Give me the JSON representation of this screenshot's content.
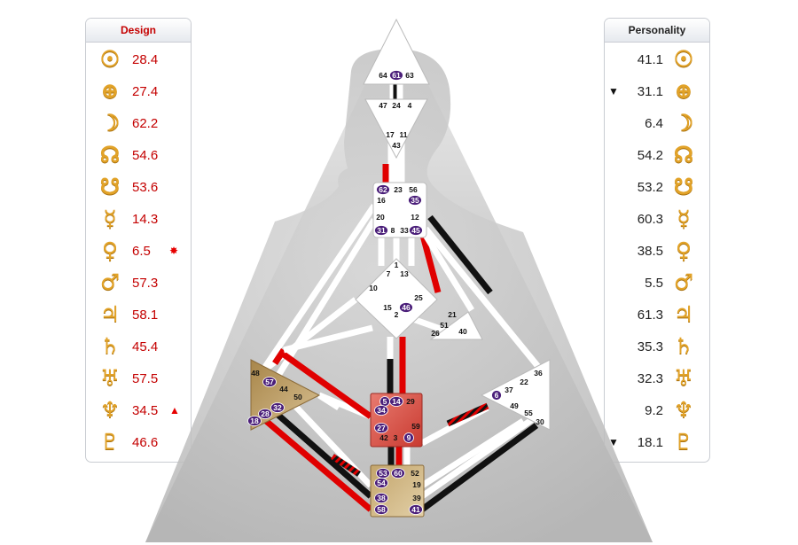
{
  "design": {
    "title": "Design",
    "rows": [
      {
        "glyph": "☉",
        "value": "28.4",
        "mark": ""
      },
      {
        "glyph": "⊕",
        "value": "27.4",
        "mark": ""
      },
      {
        "glyph": "☽",
        "value": "62.2",
        "mark": ""
      },
      {
        "glyph": "☊",
        "value": "54.6",
        "mark": ""
      },
      {
        "glyph": "☋",
        "value": "53.6",
        "mark": ""
      },
      {
        "glyph": "☿",
        "value": "14.3",
        "mark": ""
      },
      {
        "glyph": "♀",
        "value": "6.5",
        "mark": "✸"
      },
      {
        "glyph": "♂",
        "value": "57.3",
        "mark": ""
      },
      {
        "glyph": "♃",
        "value": "58.1",
        "mark": ""
      },
      {
        "glyph": "♄",
        "value": "45.4",
        "mark": ""
      },
      {
        "glyph": "♅",
        "value": "57.5",
        "mark": ""
      },
      {
        "glyph": "♆",
        "value": "34.5",
        "mark": "▲"
      },
      {
        "glyph": "♇",
        "value": "46.6",
        "mark": ""
      }
    ]
  },
  "personality": {
    "title": "Personality",
    "rows": [
      {
        "glyph": "☉",
        "value": "41.1",
        "mark": ""
      },
      {
        "glyph": "⊕",
        "value": "31.1",
        "mark": "▼"
      },
      {
        "glyph": "☽",
        "value": "6.4",
        "mark": ""
      },
      {
        "glyph": "☊",
        "value": "54.2",
        "mark": ""
      },
      {
        "glyph": "☋",
        "value": "53.2",
        "mark": ""
      },
      {
        "glyph": "☿",
        "value": "60.3",
        "mark": ""
      },
      {
        "glyph": "♀",
        "value": "38.5",
        "mark": ""
      },
      {
        "glyph": "♂",
        "value": "5.5",
        "mark": ""
      },
      {
        "glyph": "♃",
        "value": "61.3",
        "mark": ""
      },
      {
        "glyph": "♄",
        "value": "35.3",
        "mark": ""
      },
      {
        "glyph": "♅",
        "value": "32.3",
        "mark": ""
      },
      {
        "glyph": "♆",
        "value": "9.2",
        "mark": ""
      },
      {
        "glyph": "♇",
        "value": "18.1",
        "mark": "▼"
      }
    ]
  },
  "colors": {
    "design": "#e00000",
    "personality": "#111111",
    "glyph": "#e2a329",
    "gate_active": "#4b1f7a",
    "center_defined_red": "#e0504a",
    "center_defined_tan": "#c9a56b"
  },
  "bodygraph": {
    "gates": {
      "head": [
        "64",
        "61",
        "63"
      ],
      "ajna": [
        "47",
        "24",
        "4",
        "17",
        "11",
        "43"
      ],
      "throat": [
        "62",
        "23",
        "56",
        "16",
        "35",
        "20",
        "31",
        "8",
        "33",
        "45",
        "12"
      ],
      "g": [
        "1",
        "7",
        "13",
        "10",
        "25",
        "15",
        "46",
        "2"
      ],
      "ego": [
        "21",
        "51",
        "26",
        "40"
      ],
      "spleen": [
        "48",
        "57",
        "44",
        "50",
        "32",
        "28",
        "18"
      ],
      "sacral": [
        "5",
        "14",
        "29",
        "34",
        "27",
        "59",
        "42",
        "3",
        "9"
      ],
      "root": [
        "53",
        "60",
        "52",
        "54",
        "19",
        "38",
        "39",
        "58",
        "41"
      ],
      "solar": [
        "36",
        "22",
        "6",
        "37",
        "49",
        "55",
        "30"
      ]
    },
    "active_gates": [
      "61",
      "62",
      "35",
      "31",
      "45",
      "46",
      "57",
      "32",
      "28",
      "18",
      "5",
      "14",
      "34",
      "27",
      "9",
      "53",
      "60",
      "54",
      "38",
      "58",
      "41",
      "6"
    ]
  }
}
